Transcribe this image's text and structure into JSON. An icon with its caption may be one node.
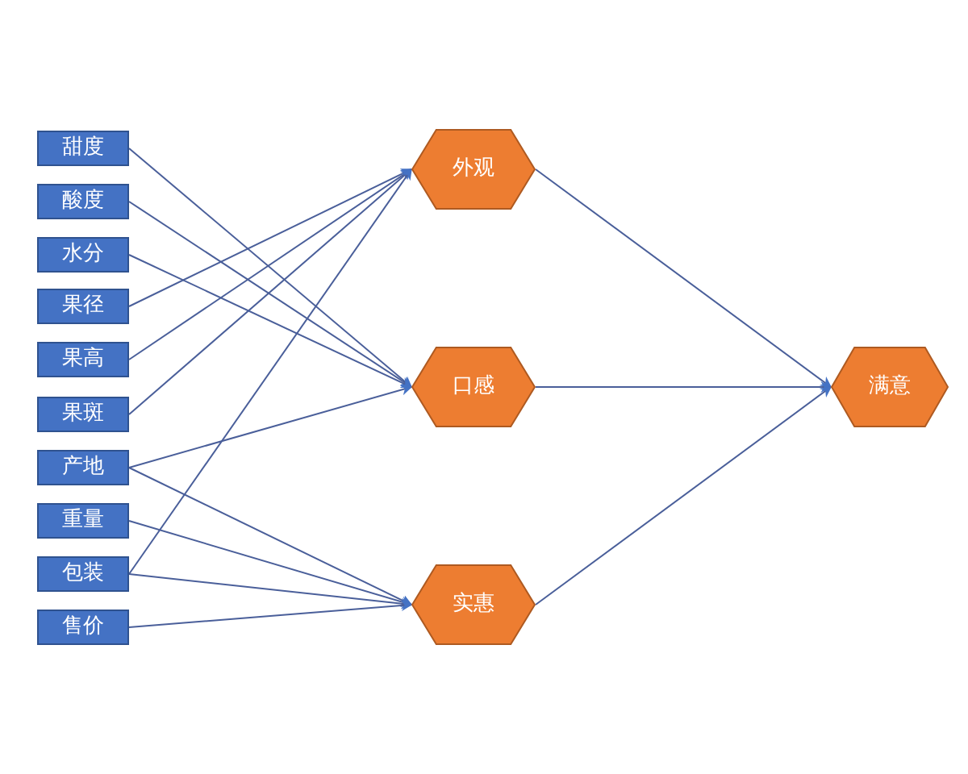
{
  "diagram": {
    "nodes": [
      {
        "text": [
          "甜度"
        ]
      },
      {
        "text": [
          "酸度"
        ]
      },
      {
        "text": [
          "水分"
        ]
      },
      {
        "text": [
          "果径"
        ]
      },
      {
        "text": [
          "果高"
        ]
      },
      {
        "text": [
          "果斑"
        ]
      },
      {
        "text": [
          "产地"
        ]
      },
      {
        "text": [
          "重量"
        ]
      },
      {
        "text": [
          "包装"
        ]
      },
      {
        "text": [
          "售价"
        ]
      },
      {
        "text": [
          "外观"
        ]
      },
      {
        "text": [
          "口感"
        ]
      },
      {
        "text": [
          "实惠"
        ]
      },
      {
        "text": [
          "满意"
        ]
      }
    ],
    "edges": [
      {
        "from": 0,
        "to": 11,
        "arrow": "to"
      },
      {
        "from": 1,
        "to": 11,
        "arrow": "to"
      },
      {
        "from": 2,
        "to": 11,
        "arrow": "to"
      },
      {
        "from": 3,
        "to": 10,
        "arrow": "to"
      },
      {
        "from": 4,
        "to": 10,
        "arrow": "to"
      },
      {
        "from": 5,
        "to": 10,
        "arrow": "to"
      },
      {
        "from": 6,
        "to": 11,
        "arrow": "to"
      },
      {
        "from": 6,
        "to": 12,
        "arrow": "to"
      },
      {
        "from": 7,
        "to": 12,
        "arrow": "to"
      },
      {
        "from": 8,
        "to": 10,
        "arrow": "to"
      },
      {
        "from": 8,
        "to": 12,
        "arrow": "to"
      },
      {
        "from": 9,
        "to": 12,
        "arrow": "to"
      },
      {
        "from": 10,
        "to": 13,
        "arrow": "to"
      },
      {
        "from": 11,
        "to": 13,
        "arrow": "to"
      },
      {
        "from": 12,
        "to": 13,
        "arrow": "to"
      }
    ]
  }
}
